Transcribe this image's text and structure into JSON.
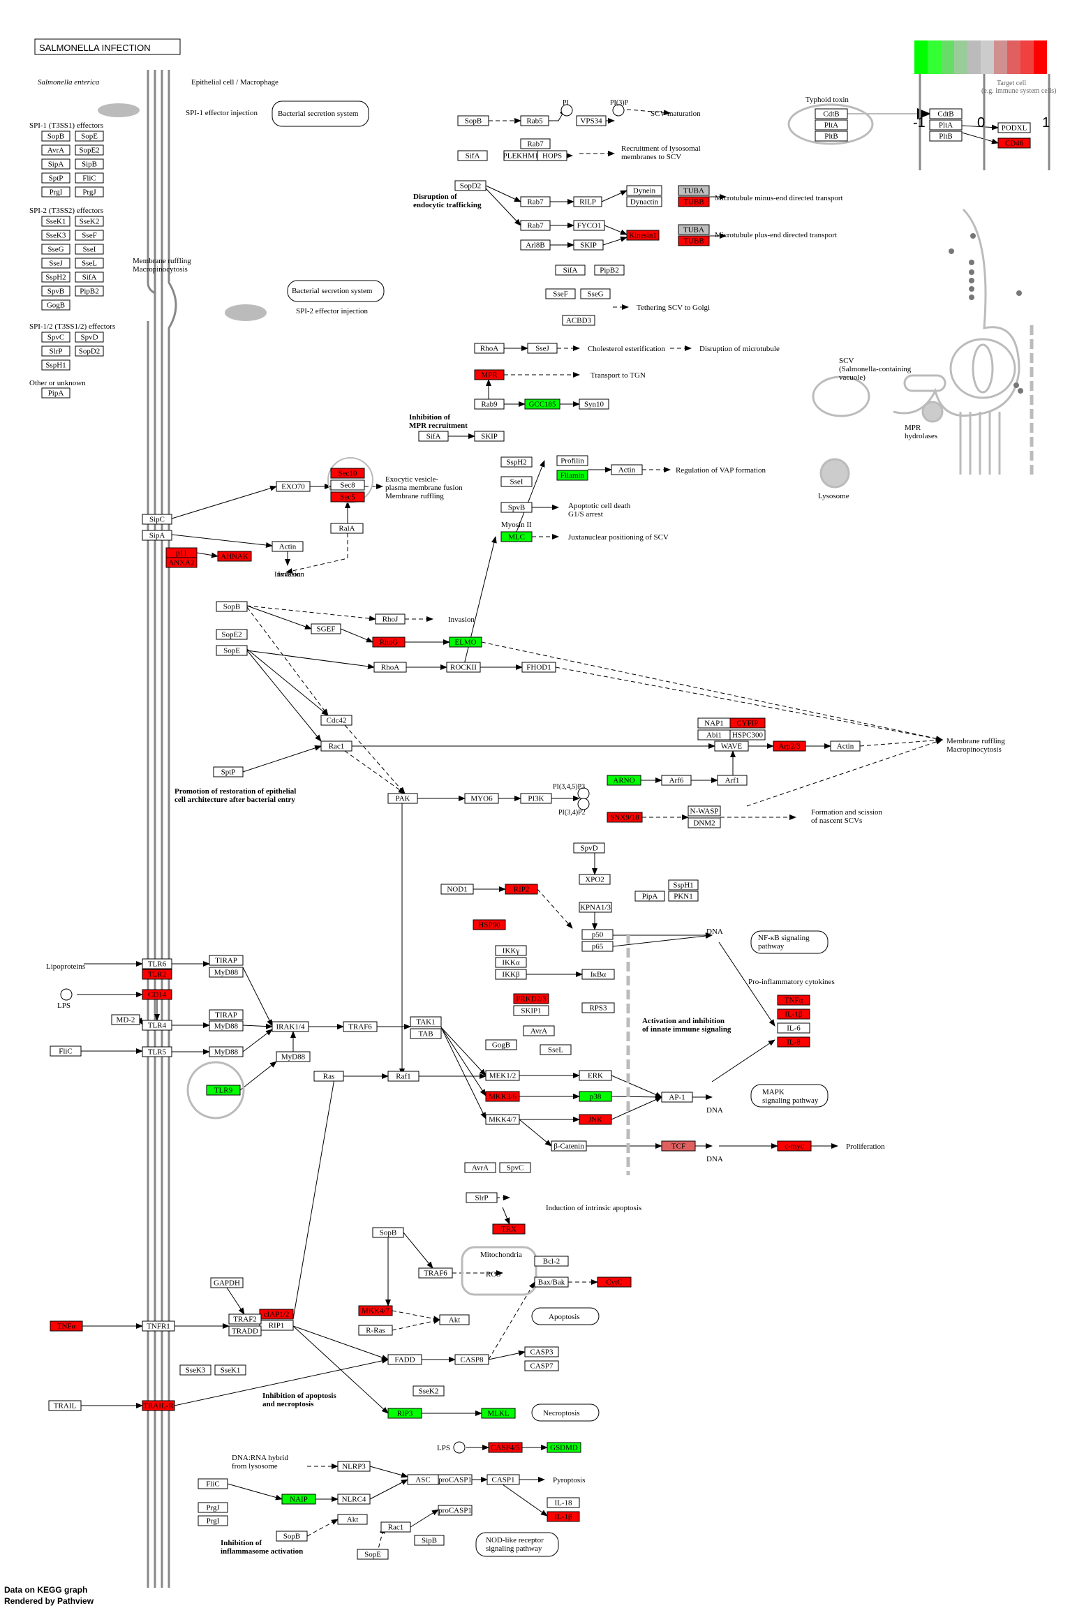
{
  "title": "SALMONELLA INFECTION",
  "footer": [
    "Data on KEGG graph",
    "Rendered by Pathview"
  ],
  "colors": {
    "red": "#ff0000",
    "green": "#00ff00",
    "grey": "#bebebe",
    "white": "#ffffff",
    "lightred": "#e06060"
  },
  "legend": {
    "caption": "Target cell\n(e.g. immune system cells)",
    "ticks": [
      "-1",
      "0",
      "1"
    ],
    "cells": [
      "#00ff00",
      "#33ff33",
      "#66dd66",
      "#99cc99",
      "#bbbbbb",
      "#cccccc",
      "#d09090",
      "#e06060",
      "#f04040",
      "#ff0000"
    ]
  },
  "genes": [
    {
      "id": "SopB_1",
      "label": "SopB",
      "fill": "white"
    },
    {
      "id": "SopE",
      "label": "SopE",
      "fill": "white"
    },
    {
      "id": "AvrA",
      "label": "AvrA",
      "fill": "white"
    },
    {
      "id": "SopE2",
      "label": "SopE2",
      "fill": "white"
    },
    {
      "id": "SipA",
      "label": "SipA",
      "fill": "white"
    },
    {
      "id": "SipB",
      "label": "SipB",
      "fill": "white"
    },
    {
      "id": "SptP",
      "label": "SptP",
      "fill": "white"
    },
    {
      "id": "FliC",
      "label": "FliC",
      "fill": "white"
    },
    {
      "id": "PrgI",
      "label": "PrgI",
      "fill": "white"
    },
    {
      "id": "PrgJ",
      "label": "PrgJ",
      "fill": "white"
    },
    {
      "id": "SseK1",
      "label": "SseK1",
      "fill": "white"
    },
    {
      "id": "SseK2",
      "label": "SseK2",
      "fill": "white"
    },
    {
      "id": "SseK3",
      "label": "SseK3",
      "fill": "white"
    },
    {
      "id": "SseF",
      "label": "SseF",
      "fill": "white"
    },
    {
      "id": "SseG",
      "label": "SseG",
      "fill": "white"
    },
    {
      "id": "SseI",
      "label": "SseI",
      "fill": "white"
    },
    {
      "id": "SseJ",
      "label": "SseJ",
      "fill": "white"
    },
    {
      "id": "SseL",
      "label": "SseL",
      "fill": "white"
    },
    {
      "id": "SspH2",
      "label": "SspH2",
      "fill": "white"
    },
    {
      "id": "SifA",
      "label": "SifA",
      "fill": "white"
    },
    {
      "id": "SpvB",
      "label": "SpvB",
      "fill": "white"
    },
    {
      "id": "PipB2",
      "label": "PipB2",
      "fill": "white"
    },
    {
      "id": "GogB",
      "label": "GogB",
      "fill": "white"
    },
    {
      "id": "SpvC",
      "label": "SpvC",
      "fill": "white"
    },
    {
      "id": "SpvD",
      "label": "SpvD",
      "fill": "white"
    },
    {
      "id": "SlrP",
      "label": "SlrP",
      "fill": "white"
    },
    {
      "id": "SopD2",
      "label": "SopD2",
      "fill": "white"
    },
    {
      "id": "SspH1",
      "label": "SspH1",
      "fill": "white"
    },
    {
      "id": "PipA",
      "label": "PipA",
      "fill": "white"
    }
  ],
  "labels": {
    "salmonella_enterica": "Salmonella enterica",
    "epithelial": "Epithelial cell / Macrophage",
    "spi1": "SPI-1 (T3SS1) effectors",
    "spi2": "SPI-2 (T3SS2) effectors",
    "spi12": "SPI-1/2 (T3SS1/2) effectors",
    "other": "Other or unknown",
    "spi1_inj": "SPI-1 effector injection",
    "spi2_inj": "SPI-2 effector injection",
    "bss1": "Bacterial secretion system",
    "bss2": "Bacterial secretion system",
    "ruffling": "Membrane ruffling\nMacropinocytosis",
    "scv_mat": "SCV maturation",
    "recruit_lys": "Recruitment of lysosomal\nmembranes to SCV",
    "disruption": "Disruption of\nendocytic trafficking",
    "mt_minus": "Microtubule minus-end directed transport",
    "mt_plus": "Microtubule plus-end directed transport",
    "tether": "Tethering SCV to Golgi",
    "chol": "Cholesterol esterification",
    "disr_mt": "Disruption of microtubule",
    "tgn": "Transport to TGN",
    "mpr_inh": "Inhibition of\nMPR recruitment",
    "vap": "Regulation of VAP formation",
    "apopt_g1": "Apoptotic cell death\nG1/S arrest",
    "myosin": "Myosin II",
    "juxta": "Juxtanuclear positioning of SCV",
    "exocytic": "Exocytic vesicle-\nplasma membrane fusion\nMembrane ruffling",
    "invasion1": "Invasion",
    "invasion2": "Invasion",
    "ruffling2": "Membrane ruffling\nMacropinocytosis",
    "promotion": "Promotion of restoration of epithelial\ncell architecture after bacterial entry",
    "formation": "Formation and scission\nof nascent SCVs",
    "pi345": "PI(3,4,5)P3",
    "pi34": "PI(3,4)P2",
    "pi": "PI",
    "pi3p": "PI(3)P",
    "nfkb": "NF-κB signaling\npathway",
    "proinfl": "Pro-inflammatory cytokines",
    "activation": "Activation and inhibition\nof innate immune signaling",
    "mapk": "MAPK\nsignaling pathway",
    "proliferation": "Proliferation",
    "intrinsic": "Induction of intrinsic apoptosis",
    "mito": "Mitochondria",
    "apoptosis": "Apoptosis",
    "inh_apop": "Inhibition of apoptosis\nand necroptosis",
    "necroptosis": "Necroptosis",
    "pyroptosis": "Pyroptosis",
    "dna_rna": "DNA:RNA hybrid\nfrom lysosome",
    "inh_infl": "Inhibition of\ninflammasome activation",
    "nod_path": "NOD-like receptor\nsignaling pathway",
    "lipoproteins": "Lipoproteins",
    "lps": "LPS",
    "lps2": "LPS",
    "dna1": "DNA",
    "dna2": "DNA",
    "dna3": "DNA",
    "typhoid": "Typhoid toxin",
    "scv": "SCV\n(Salmonella-containing\nvacuole)",
    "lysosome": "Lysosome",
    "mpr_hyd": "MPR\nhydrolases",
    "ros": "ROS",
    "actin_inv": "Invasion"
  }
}
